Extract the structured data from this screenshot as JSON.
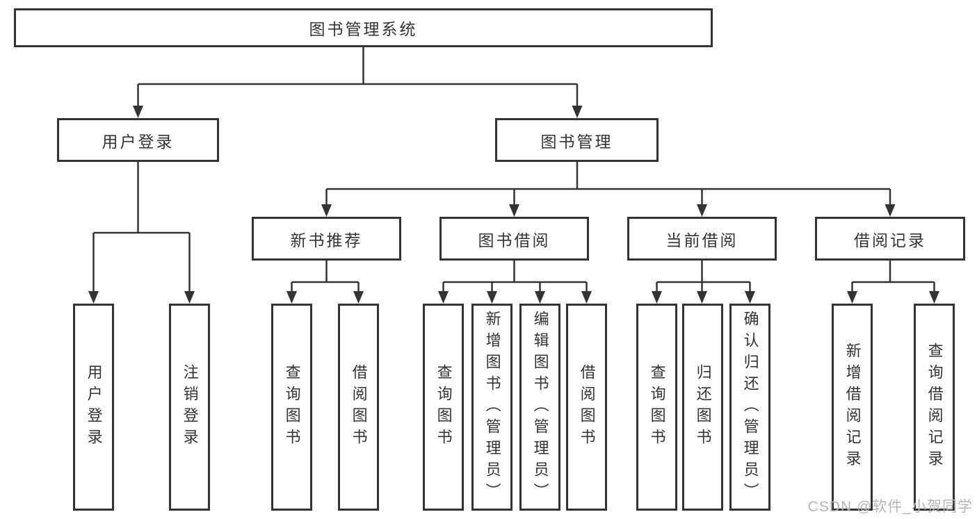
{
  "diagram_type": "hierarchy-tree",
  "colors": {
    "line": "#333333",
    "box_border": "#333333",
    "box_background": "#ffffff",
    "text": "#333333",
    "watermark": "#b5b5b5"
  },
  "tree": {
    "label": "图书管理系统",
    "children": [
      {
        "label": "用户登录",
        "children": [
          {
            "label": "用户登录"
          },
          {
            "label": "注销登录"
          }
        ]
      },
      {
        "label": "图书管理",
        "children": [
          {
            "label": "新书推荐",
            "children": [
              {
                "label": "查询图书"
              },
              {
                "label": "借阅图书"
              }
            ]
          },
          {
            "label": "图书借阅",
            "children": [
              {
                "label": "查询图书"
              },
              {
                "label": "新增图书（管理员）"
              },
              {
                "label": "编辑图书（管理员）"
              },
              {
                "label": "借阅图书"
              }
            ]
          },
          {
            "label": "当前借阅",
            "children": [
              {
                "label": "查询图书"
              },
              {
                "label": "归还图书"
              },
              {
                "label": "确认归还（管理员）"
              }
            ]
          },
          {
            "label": "借阅记录",
            "children": [
              {
                "label": "新增借阅记录"
              },
              {
                "label": "查询借阅记录"
              }
            ]
          }
        ]
      }
    ]
  },
  "watermark": {
    "text": "CSDN @软件_小贺同学"
  }
}
